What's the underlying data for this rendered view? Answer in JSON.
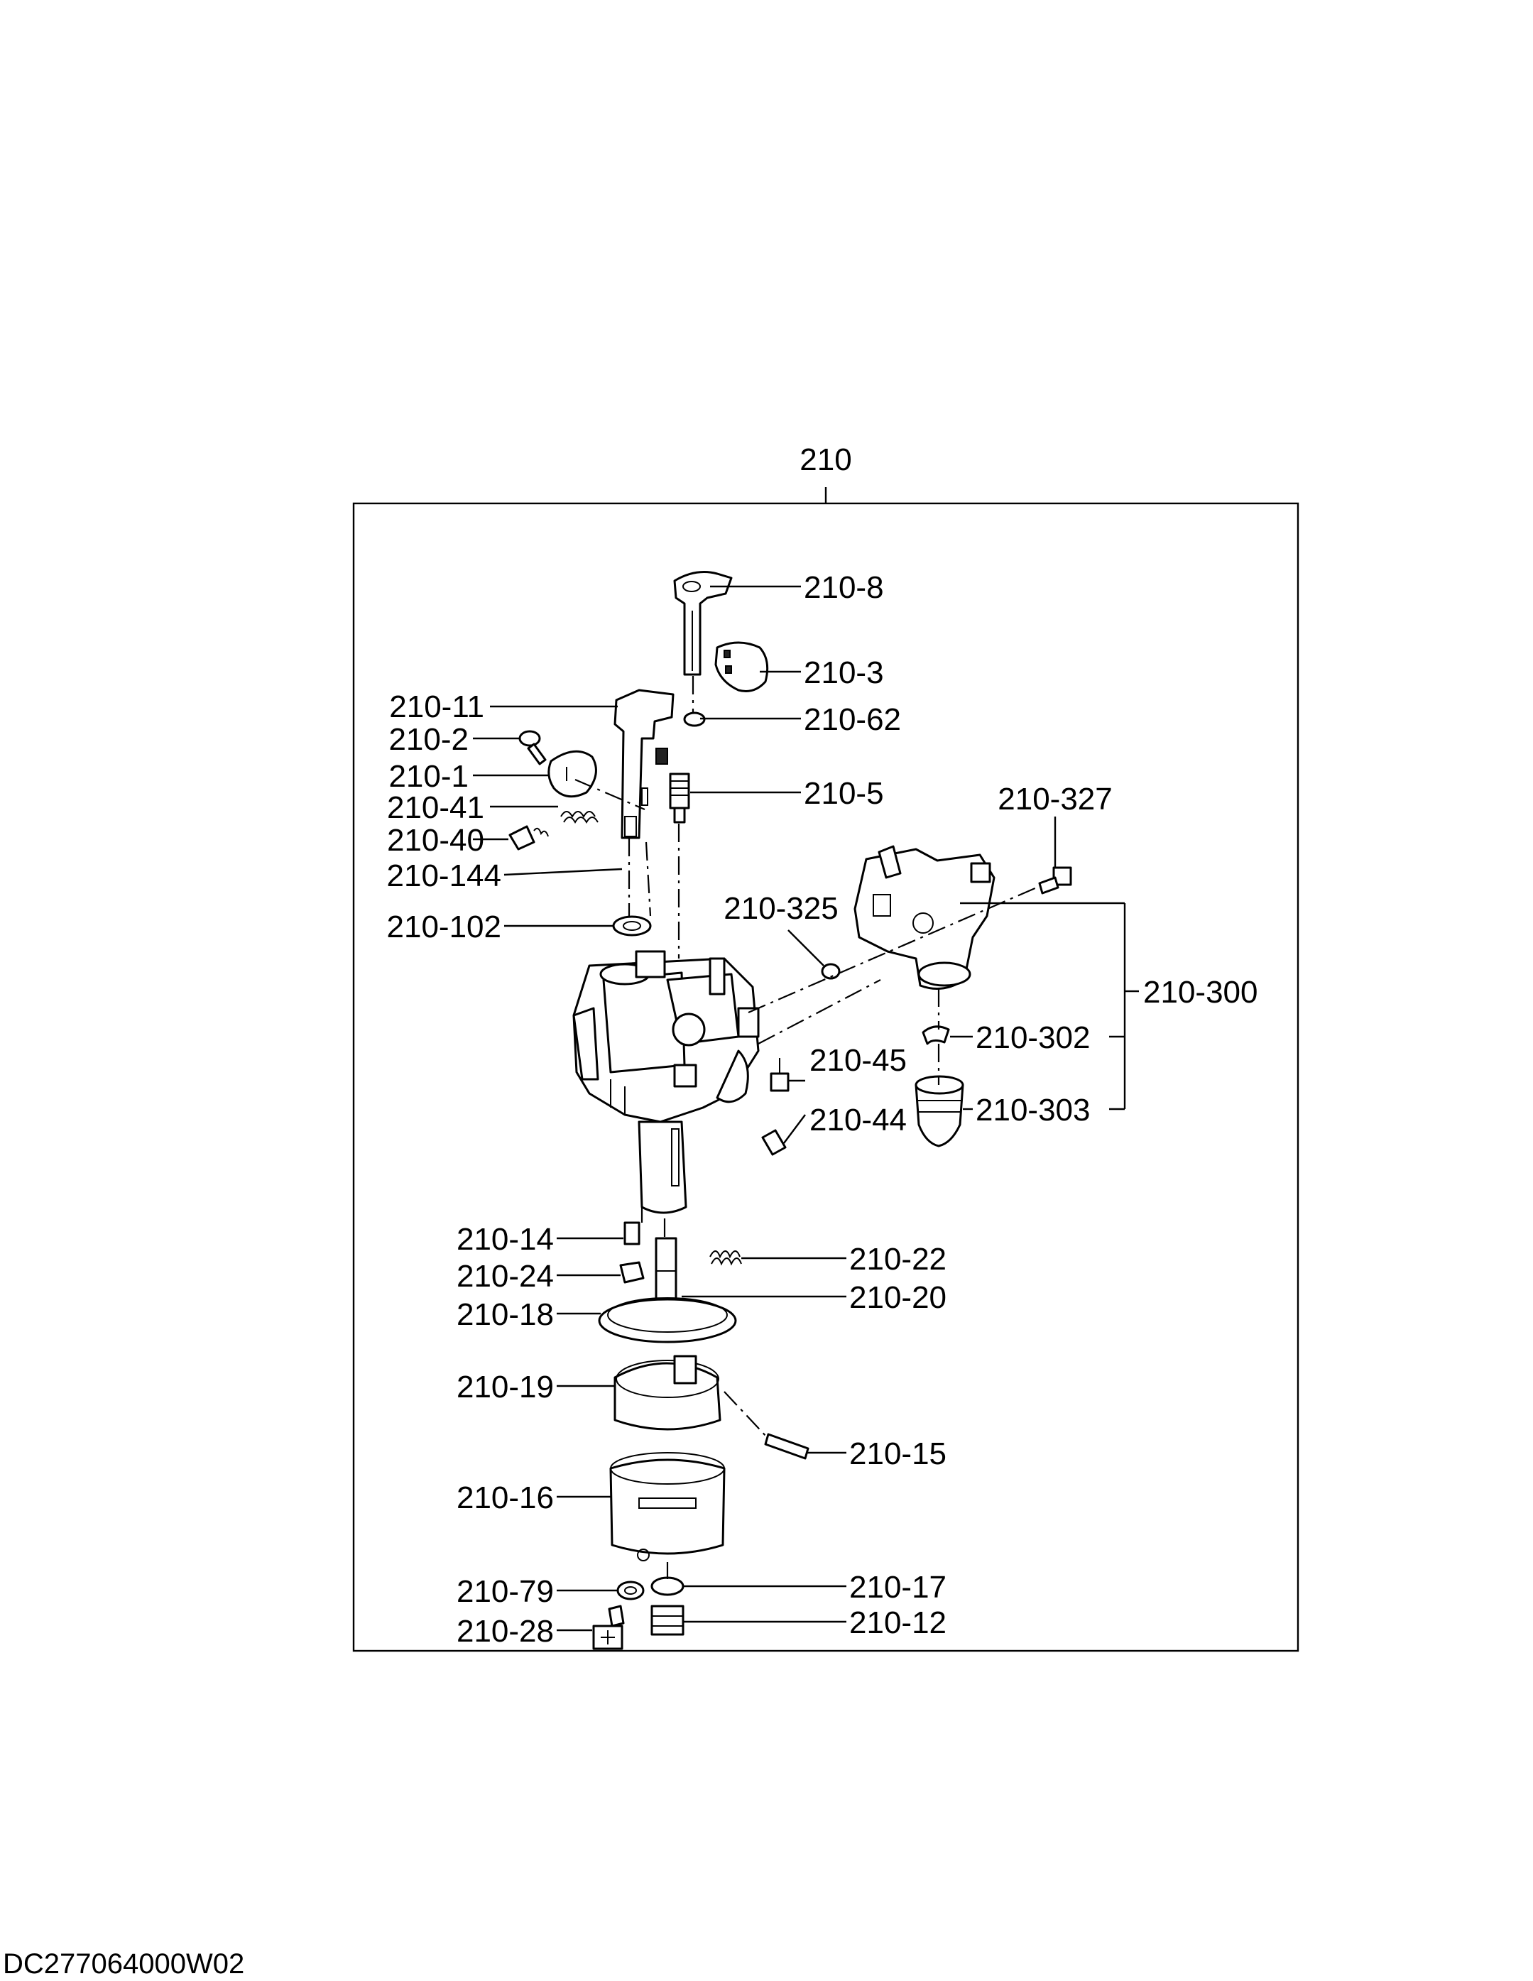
{
  "assembly_label": "210",
  "document_code": "DC277064000W02",
  "callouts": {
    "p210_8": "210-8",
    "p210_3": "210-3",
    "p210_11": "210-11",
    "p210_62": "210-62",
    "p210_2": "210-2",
    "p210_1": "210-1",
    "p210_5": "210-5",
    "p210_41": "210-41",
    "p210_40": "210-40",
    "p210_144": "210-144",
    "p210_327": "210-327",
    "p210_102": "210-102",
    "p210_325": "210-325",
    "p210_300": "210-300",
    "p210_302": "210-302",
    "p210_45": "210-45",
    "p210_303": "210-303",
    "p210_44": "210-44",
    "p210_14": "210-14",
    "p210_22": "210-22",
    "p210_24": "210-24",
    "p210_20": "210-20",
    "p210_18": "210-18",
    "p210_19": "210-19",
    "p210_15": "210-15",
    "p210_16": "210-16",
    "p210_79": "210-79",
    "p210_17": "210-17",
    "p210_12": "210-12",
    "p210_28": "210-28"
  }
}
